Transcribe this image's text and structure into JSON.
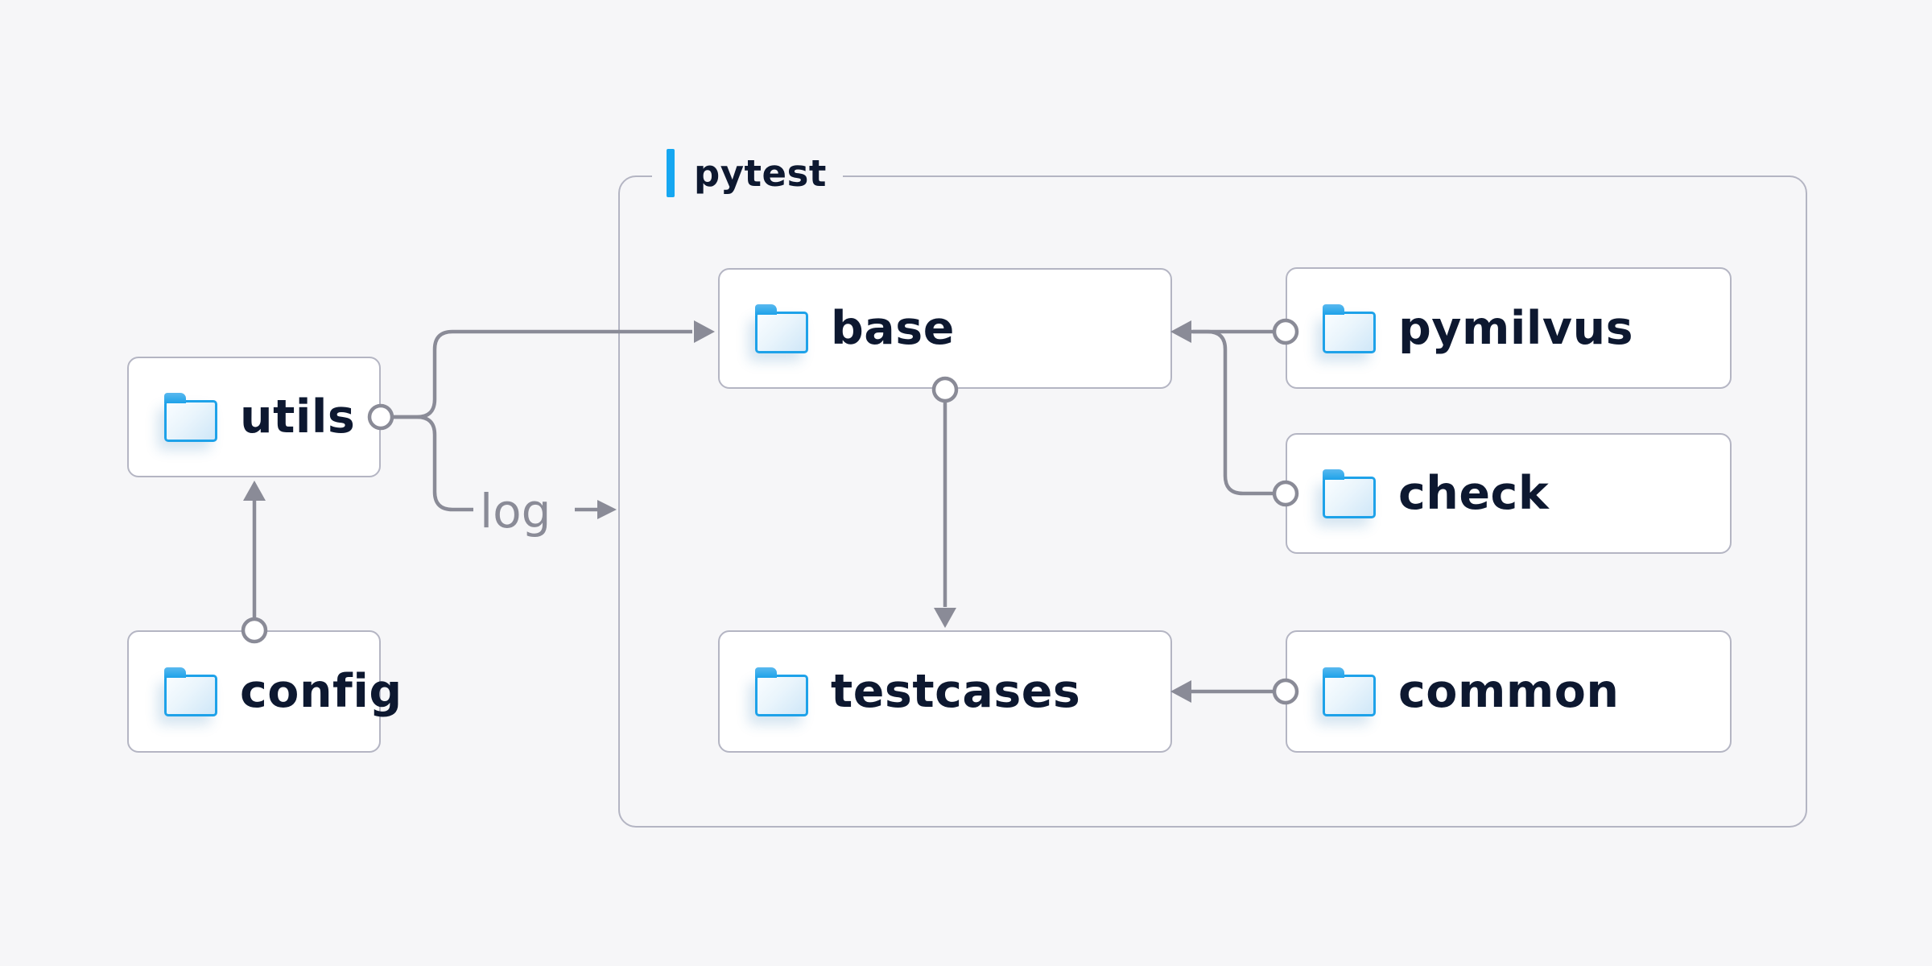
{
  "diagram": {
    "container": {
      "label": "pytest"
    },
    "nodes": {
      "utils": {
        "label": "utils"
      },
      "config": {
        "label": "config"
      },
      "base": {
        "label": "base"
      },
      "pymilvus": {
        "label": "pymilvus"
      },
      "check": {
        "label": "check"
      },
      "testcases": {
        "label": "testcases"
      },
      "common": {
        "label": "common"
      }
    },
    "annotations": {
      "log": "log"
    },
    "edges": [
      {
        "from": "utils",
        "to": "base"
      },
      {
        "from": "utils",
        "to": "pytest-container",
        "label": "log"
      },
      {
        "from": "config",
        "to": "utils"
      },
      {
        "from": "base",
        "to": "testcases"
      },
      {
        "from": "pymilvus",
        "to": "base"
      },
      {
        "from": "check",
        "to": "base"
      },
      {
        "from": "common",
        "to": "testcases"
      }
    ],
    "colors": {
      "background": "#f6f6f8",
      "node_fill": "#ffffff",
      "border_gray": "#b4b5c3",
      "connector_gray": "#8a8b97",
      "text_navy": "#0d1830",
      "accent_blue": "#16a7f1",
      "folder_blue": "#1ea2e9"
    }
  }
}
